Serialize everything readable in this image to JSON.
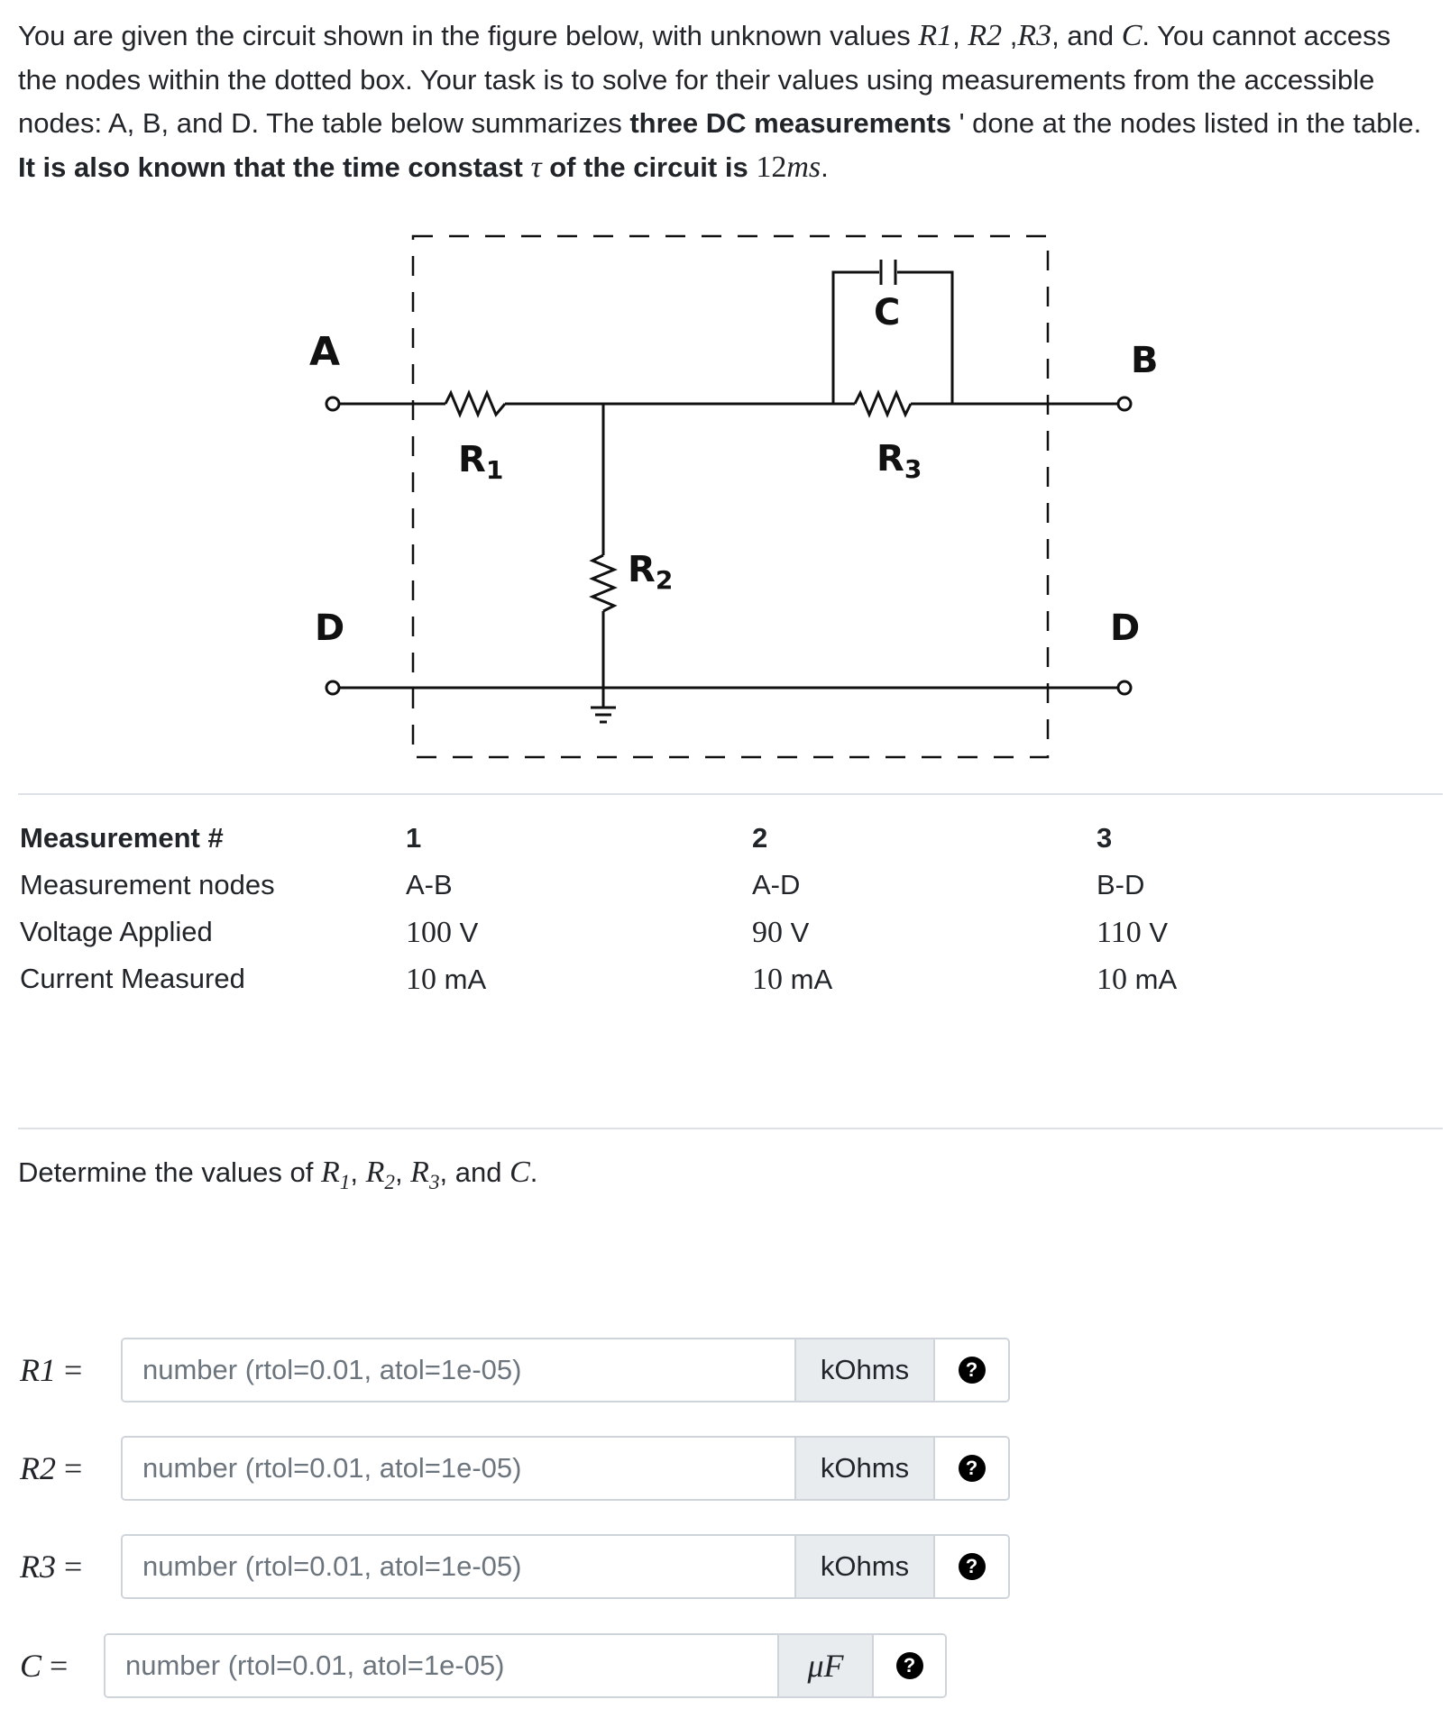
{
  "intro": {
    "s1": "You are given the circuit shown in the figure below, with unknown values ",
    "v1": "R1",
    "s2": ", ",
    "v2": "R2",
    "s3": " ,",
    "v3": "R3",
    "s4": ", and ",
    "v4": "C",
    "s5": ". You cannot access the nodes within the dotted box. Your task is to solve for their values using measurements from the accessible nodes: A, B, and D. The table below summarizes ",
    "bold1": "three DC measurements",
    "s6": " ' done at the nodes listed in the table. ",
    "bold2a": "It is also known that the time constast ",
    "tau": "τ",
    "bold2b": " of the circuit is ",
    "tc_num": "12",
    "tc_unit": "ms",
    "s7": "."
  },
  "circuit": {
    "node_a": "A",
    "node_b": "B",
    "node_d_left": "D",
    "node_d_right": "D",
    "r1": "R",
    "r1_sub": "1",
    "r2": "R",
    "r2_sub": "2",
    "r3": "R",
    "r3_sub": "3",
    "c": "C"
  },
  "table": {
    "headers": [
      "Measurement #",
      "1",
      "2",
      "3"
    ],
    "rows": [
      [
        "Measurement nodes",
        "A-B",
        "A-D",
        "B-D"
      ],
      [
        "Voltage Applied",
        "100",
        "90",
        "110"
      ],
      [
        "Current Measured",
        "10",
        "10",
        "10"
      ]
    ],
    "voltage_unit": "V",
    "current_unit": "mA"
  },
  "determine": {
    "prefix": "Determine the values of ",
    "r1": "R",
    "r1_sub": "1",
    "sep1": ", ",
    "r2": "R",
    "r2_sub": "2",
    "sep2": ", ",
    "r3": "R",
    "r3_sub": "3",
    "sep3": ", and ",
    "c": "C",
    "end": "."
  },
  "answers": [
    {
      "label": "R1",
      "eq": "=",
      "placeholder": "number (rtol=0.01, atol=1e-05)",
      "unit": "kOhms",
      "help": "?"
    },
    {
      "label": "R2",
      "eq": "=",
      "placeholder": "number (rtol=0.01, atol=1e-05)",
      "unit": "kOhms",
      "help": "?"
    },
    {
      "label": "R3",
      "eq": "=",
      "placeholder": "number (rtol=0.01, atol=1e-05)",
      "unit": "kOhms",
      "help": "?"
    },
    {
      "label": "C",
      "eq": "=",
      "placeholder": "number (rtol=0.01, atol=1e-05)",
      "unit": "μF",
      "help": "?"
    }
  ]
}
